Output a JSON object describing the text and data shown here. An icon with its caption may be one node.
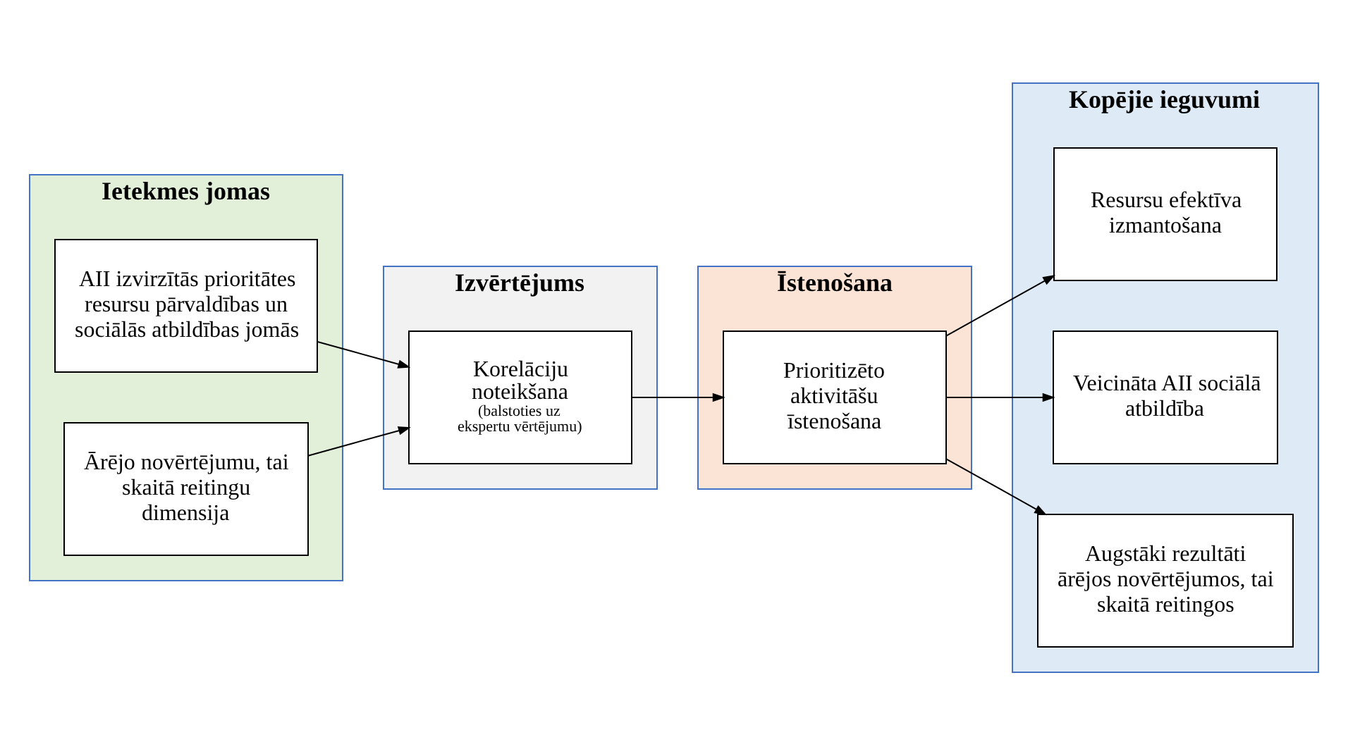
{
  "diagram": {
    "nodes": [
      {
        "text": [
          "Ietekmes jomas"
        ]
      },
      {
        "text": [
          "AII izvirzītās prioritātes resursu pārvaldības un sociālās atbildības jomās"
        ],
        "in": 0
      },
      {
        "text": [
          "Ārējo novērtējumu, tai skaitā reitingu dimensija"
        ],
        "in": 0
      },
      {
        "text": [
          "Izvērtējums"
        ]
      },
      {
        "text": [
          "Korelāciju noteikšana",
          "(balstoties uz ekspertu vērtējumu)"
        ],
        "in": 3
      },
      {
        "text": [
          "Īstenošana"
        ]
      },
      {
        "text": [
          "Prioritizēto aktivitāšu īstenošana"
        ],
        "in": 5
      },
      {
        "text": [
          "Kopējie ieguvumi"
        ]
      },
      {
        "text": [
          "Resursu efektīva izmantošana"
        ],
        "in": 7
      },
      {
        "text": [
          "Veicināta AII sociālā atbildība"
        ],
        "in": 7
      },
      {
        "text": [
          "Augstāki rezultāti ārējos novērtējumos, tai skaitā reitingos"
        ],
        "in": 7
      }
    ],
    "edges": [
      {
        "from": 1,
        "to": 4,
        "arrow": "to"
      },
      {
        "from": 2,
        "to": 4,
        "arrow": "to"
      },
      {
        "from": 4,
        "to": 6,
        "arrow": "to"
      },
      {
        "from": 6,
        "to": 8,
        "arrow": "to"
      },
      {
        "from": 6,
        "to": 9,
        "arrow": "to"
      },
      {
        "from": 6,
        "to": 10,
        "arrow": "to"
      }
    ]
  }
}
